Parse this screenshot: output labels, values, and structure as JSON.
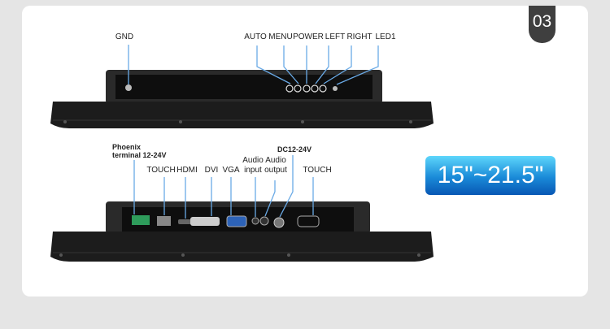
{
  "badge_number": "03",
  "size_badge": "15\"~21.5\"",
  "colors": {
    "leader_line": "#6aaae6",
    "badge_bg": "#3f3f3f",
    "size_badge_top": "#5dd6fb",
    "size_badge_bottom": "#0857b4"
  },
  "top_view": {
    "labels": [
      "GND",
      "AUTO",
      "MENU",
      "POWER",
      "LEFT",
      "RIGHT",
      "LED1"
    ]
  },
  "bottom_view": {
    "phoenix": [
      "Phoenix",
      "terminal 12-24V"
    ],
    "dc": "DC12-24V",
    "labels": [
      "TOUCH",
      "HDMI",
      "DVI",
      "VGA",
      "TOUCH"
    ],
    "audio_input": [
      "Audio",
      "input"
    ],
    "audio_output": [
      "Audio",
      "output"
    ]
  }
}
